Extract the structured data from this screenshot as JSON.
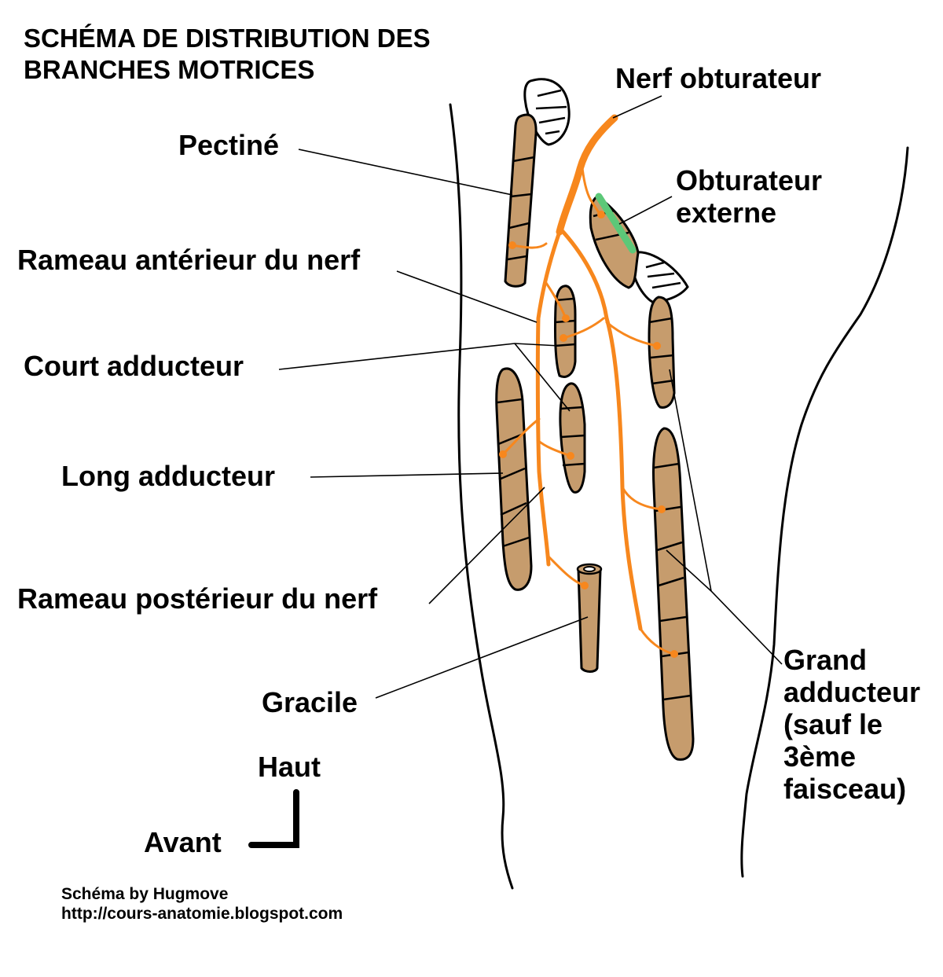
{
  "title": {
    "line1": "SCHÉMA DE DISTRIBUTION DES",
    "line2": "BRANCHES MOTRICES"
  },
  "labels": {
    "nerf_obturateur": "Nerf obturateur",
    "pectine": "Pectiné",
    "obturateur_externe_1": "Obturateur",
    "obturateur_externe_2": "externe",
    "rameau_anterieur": "Rameau antérieur du nerf",
    "court_adducteur": "Court adducteur",
    "long_adducteur": "Long adducteur",
    "rameau_posterieur": "Rameau postérieur du nerf",
    "gracile": "Gracile",
    "grand_adducteur": [
      "Grand",
      "adducteur",
      "(sauf le",
      "3ème",
      "faisceau)"
    ]
  },
  "orientation": {
    "up": "Haut",
    "front": "Avant"
  },
  "credit": {
    "line1": "Schéma by Hugmove",
    "line2": "http://cours-anatomie.blogspot.com"
  },
  "colors": {
    "nerve": "#f7871d",
    "muscle": "#c69c6d",
    "obturator_highlight": "#5cc878",
    "outline": "#000000"
  }
}
